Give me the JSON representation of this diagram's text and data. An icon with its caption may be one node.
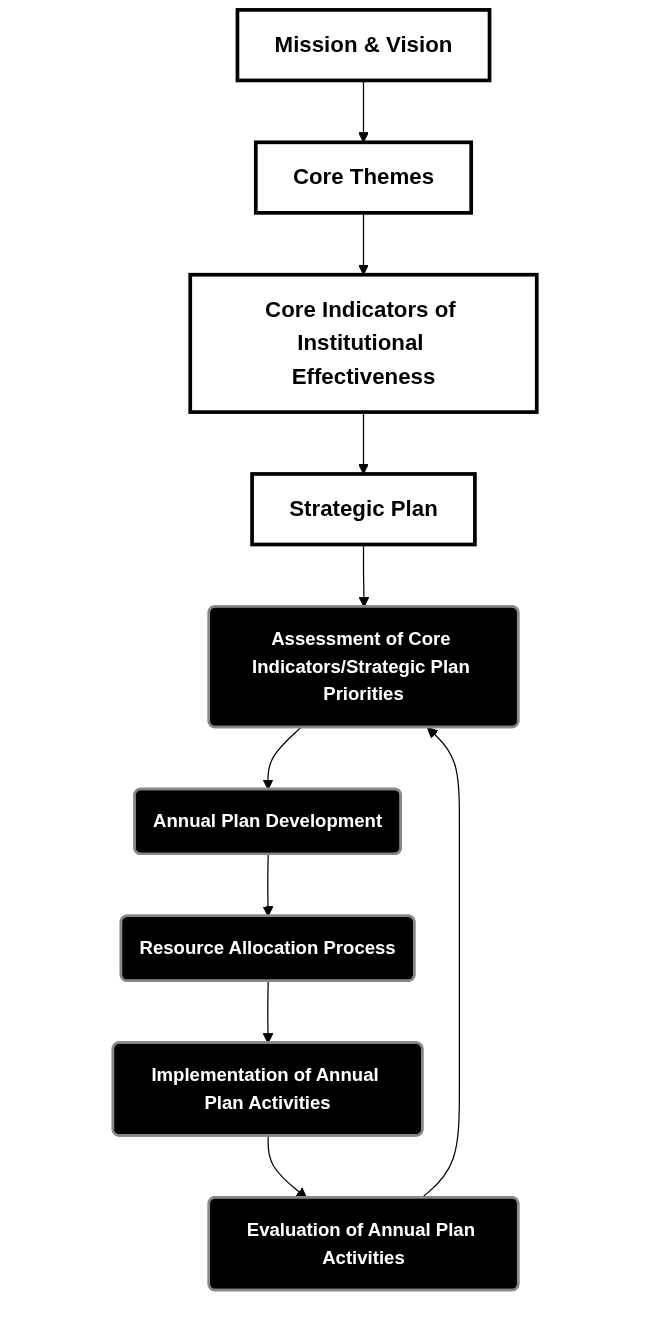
{
  "diagram": {
    "nodes": [
      {
        "text": [
          "Mission & Vision"
        ]
      },
      {
        "text": [
          "Core Themes"
        ]
      },
      {
        "text": [
          "Core Indicators of Institutional Effectiveness"
        ]
      },
      {
        "text": [
          "Strategic Plan"
        ]
      },
      {
        "text": [
          "Assessment of Core Indicators/Strategic Plan Priorities"
        ]
      },
      {
        "text": [
          "Annual Plan Development"
        ]
      },
      {
        "text": [
          "Resource Allocation Process"
        ]
      },
      {
        "text": [
          "Implementation of Annual Plan Activities"
        ]
      },
      {
        "text": [
          "Evaluation of Annual Plan Activities"
        ]
      }
    ],
    "edges": [
      {
        "from": 0,
        "to": 1,
        "arrow": "to"
      },
      {
        "from": 1,
        "to": 2,
        "arrow": "to"
      },
      {
        "from": 2,
        "to": 3,
        "arrow": "to"
      },
      {
        "from": 3,
        "to": 4,
        "arrow": "to"
      },
      {
        "from": 4,
        "to": 5,
        "arrow": "to"
      },
      {
        "from": 5,
        "to": 6,
        "arrow": "to"
      },
      {
        "from": 6,
        "to": 7,
        "arrow": "to"
      },
      {
        "from": 7,
        "to": 8,
        "arrow": "to"
      },
      {
        "from": 8,
        "to": 4,
        "arrow": "to"
      }
    ]
  }
}
